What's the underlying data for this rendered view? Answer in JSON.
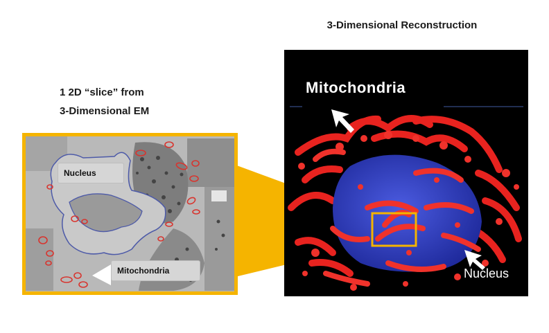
{
  "recon_title": "3-Dimensional Reconstruction",
  "slice_caption": {
    "line1": "1 2D “slice” from",
    "line2": "3-Dimensional EM"
  },
  "em_labels": {
    "nucleus": "Nucleus",
    "mitochondria": "Mitochondria"
  },
  "recon_labels": {
    "mitochondria": "Mitochondria",
    "nucleus": "Nucleus"
  },
  "colors": {
    "highlight": "#f5b400",
    "mito_red": "#e8231f",
    "nucleus_blue": "#2f3fc4",
    "recon_background": "#000000",
    "em_background": "#b9b9b9"
  }
}
